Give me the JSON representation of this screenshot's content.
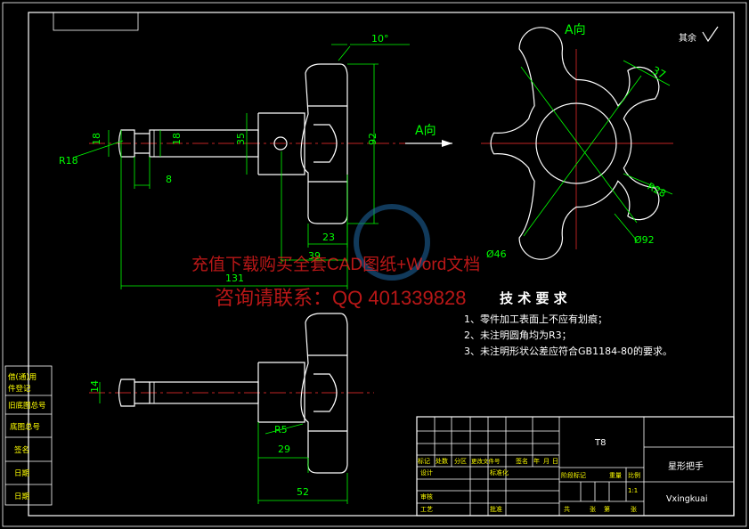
{
  "dims": {
    "angle": "10°",
    "r18": "R18",
    "d18a": "18",
    "d18b": "18",
    "d35": "35",
    "d92": "92",
    "d8": "8",
    "d23": "23",
    "d39": "39",
    "d131": "131",
    "d14": "14",
    "r5": "R5",
    "d29": "29",
    "d52": "52",
    "d37": "37",
    "r28": "R28",
    "phi92": "Ø92",
    "phi46": "Ø46"
  },
  "view_labels": {
    "a_view_top": "A向",
    "a_view_arrow": "A向"
  },
  "roughness": "其余",
  "tech": {
    "title": "技 术 要 求",
    "items": [
      "1、零件加工表面上不应有划痕；",
      "2、未注明圆角均为R3；",
      "3、未注明形状公差应符合GB1184-80的要求。"
    ]
  },
  "watermark": {
    "line1": "充值下载购买全套CAD图纸+Word文档",
    "line2": "咨询请联系：QQ 401339828"
  },
  "left_strip": [
    "借(通)用",
    "件登记",
    "旧底图总号",
    "底图总号",
    "签名",
    "日期",
    "日期"
  ],
  "title_block": {
    "material": "T8",
    "part_name": "星形把手",
    "drawing_no": "Vxingkuai",
    "scale": "1:1",
    "rev_headers": [
      "标记",
      "处数",
      "分区",
      "更改文件号",
      "签名",
      "年",
      "月",
      "日"
    ],
    "roles": [
      "设计",
      "审核",
      "工艺"
    ],
    "roles2": [
      "标准化",
      "",
      "",
      "批准"
    ],
    "mid_labels": [
      "阶段标记",
      "重量",
      "比例"
    ],
    "sheet_labels": [
      "共",
      "张",
      "第",
      "张"
    ]
  }
}
